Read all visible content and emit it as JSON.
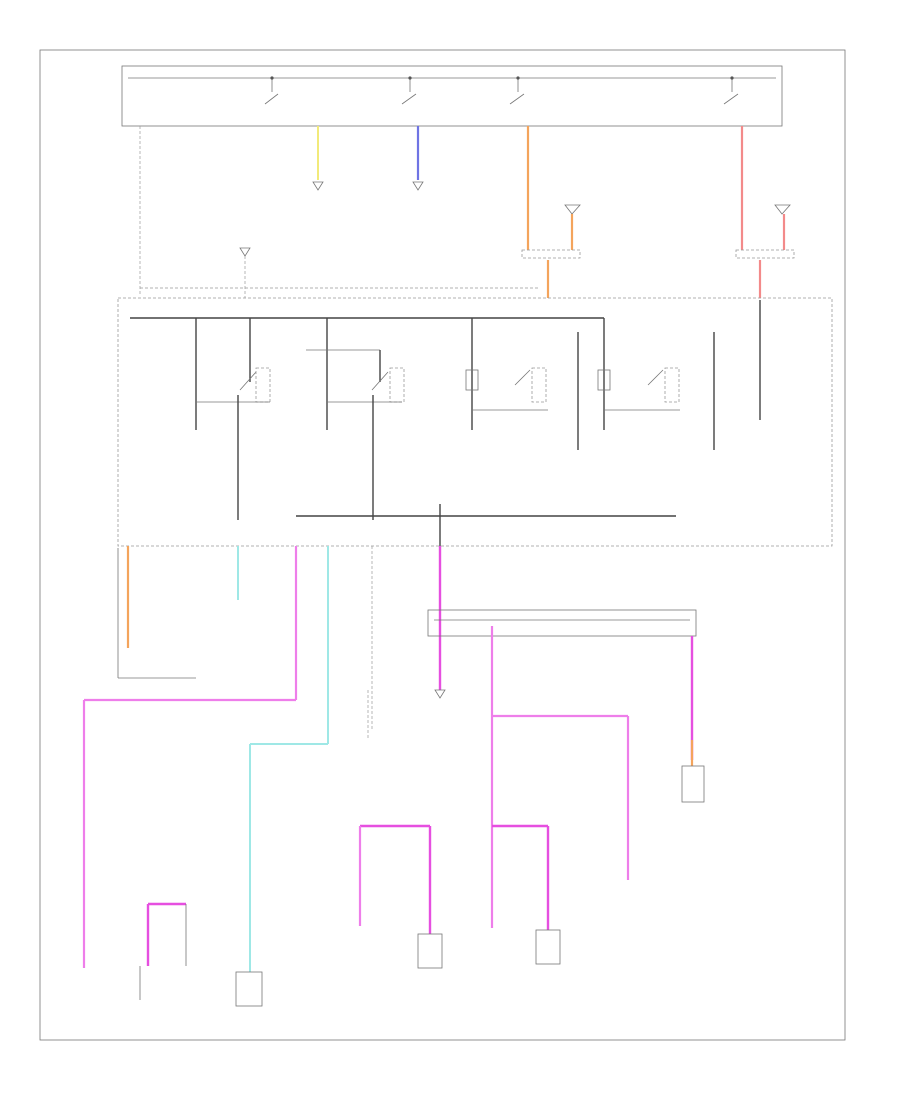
{
  "diagram": {
    "footer_code": "",
    "labels": {
      "top_right": [
        "",
        "",
        "",
        "",
        ""
      ],
      "fuse_box_left": [
        "",
        "",
        "",
        "",
        ""
      ],
      "relay_a": "",
      "relay_b": "",
      "relay_c": "",
      "relay_d": "",
      "junction_mid": "",
      "connector_bottom": "",
      "indicator": "",
      "solenoid": ""
    },
    "bottom_components": [
      {
        "id": "c1",
        "text": ""
      },
      {
        "id": "c2",
        "text": ""
      },
      {
        "id": "c3",
        "text": ""
      },
      {
        "id": "c4",
        "text": ""
      },
      {
        "id": "c5",
        "text": ""
      },
      {
        "id": "c6",
        "text": ""
      },
      {
        "id": "c7",
        "text": ""
      },
      {
        "id": "c8",
        "text": ""
      },
      {
        "id": "c9",
        "text": ""
      }
    ],
    "colors": {
      "pink": "#ee7eea",
      "magenta": "#e64fe0",
      "orange": "#f4a45c",
      "red": "#f38a8a",
      "yellow": "#f2ea7a",
      "blue": "#6f74e4",
      "cyan": "#9fe8e6"
    }
  }
}
